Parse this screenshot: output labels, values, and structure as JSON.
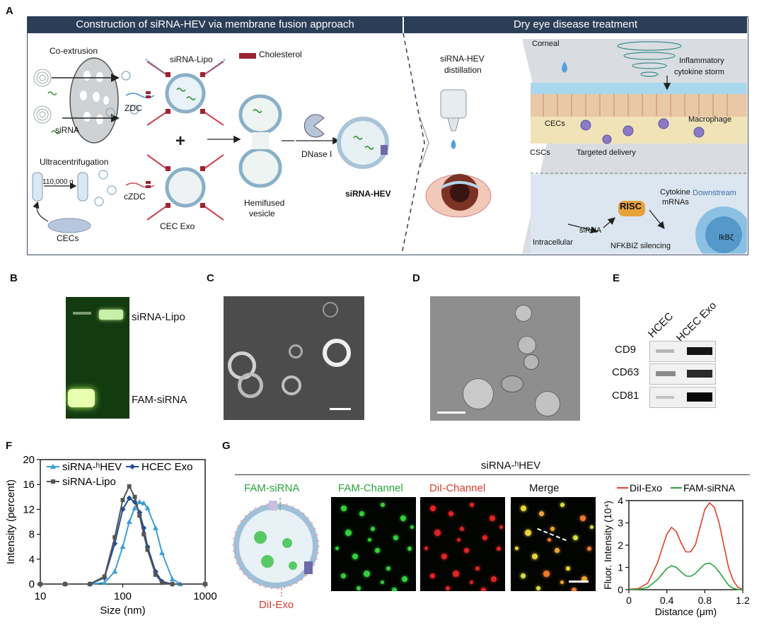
{
  "panels": {
    "A": "A",
    "B": "B",
    "C": "C",
    "D": "D",
    "E": "E",
    "F": "F",
    "G": "G"
  },
  "panelA": {
    "left_header": "Construction of siRNA-HEV via membrane fusion approach",
    "right_header": "Dry eye disease treatment",
    "labels": {
      "co_extrusion": "Co-extrusion",
      "sirna": "siRNA",
      "zdc": "ZDC",
      "sirna_lipo": "siRNA-Lipo",
      "cholesterol": "Cholesterol",
      "plus": "+",
      "ultracentrifugation": "Ultracentrifugation",
      "g_force": "110,000 g",
      "czdc": "cZDC",
      "cec_exo": "CEC Exo",
      "cecs_bottom": "CECs",
      "hemifused": "Hemifused",
      "vesicle": "vesicle",
      "dnase": "DNase I",
      "sirna_hev": "siRNA-HEV",
      "distill_1": "siRNA-HEV",
      "distill_2": "distillation",
      "corneal": "Corneal",
      "inflam_1": "Inflammatory",
      "inflam_2": "cytokine storm",
      "cecs": "CECs",
      "macrophage": "Macrophage",
      "cscs": "CSCs",
      "targeted": "Targeted delivery",
      "cytokine": "Cytokine",
      "mrnas": "mRNAs",
      "downstream": "Downstream",
      "risc": "RISC",
      "sirna_cell": "siRNA",
      "intracellular": "Intracellular",
      "nfkbiz": "NFKBIZ silencing",
      "ikb": "IkBζ"
    }
  },
  "panelB": {
    "band_top": "siRNA-Lipo",
    "band_bottom": "FAM-siRNA"
  },
  "panelE": {
    "columns": [
      "HCEC",
      "HCEC Exo"
    ],
    "rows": [
      "CD9",
      "CD63",
      "CD81"
    ]
  },
  "panelG": {
    "group_title": "siRNA-ʰHEV",
    "fam_sirna": "FAM-siRNA",
    "dil_exo": "DiI-Exo",
    "images": [
      "FAM-Channel",
      "DiI-Channel",
      "Merge"
    ]
  },
  "chart_data": [
    {
      "type": "line",
      "panel": "F",
      "xlabel": "Size (nm)",
      "ylabel": "Intensity (percent)",
      "xscale": "log",
      "xlim": [
        10,
        1000
      ],
      "ylim": [
        0,
        20
      ],
      "xticks": [
        "10",
        "100",
        "1000"
      ],
      "yticks": [
        "0",
        "4",
        "8",
        "12",
        "16",
        "20"
      ],
      "legend_position": "top-left",
      "series": [
        {
          "name": "siRNA-ʰHEV",
          "color": "#3a9fd8",
          "marker": "triangle",
          "x": [
            10,
            20,
            40,
            60,
            80,
            100,
            120,
            140,
            160,
            180,
            200,
            250,
            300,
            400,
            500,
            1000
          ],
          "y": [
            0,
            0,
            0,
            0.2,
            2.0,
            6.0,
            10.0,
            12.2,
            13.2,
            13.0,
            12.2,
            9.0,
            5.0,
            0.8,
            0,
            0
          ]
        },
        {
          "name": "HCEC Exo",
          "color": "#1f4e99",
          "marker": "diamond",
          "x": [
            10,
            20,
            40,
            60,
            80,
            100,
            120,
            140,
            160,
            180,
            200,
            250,
            300,
            400,
            1000
          ],
          "y": [
            0,
            0,
            0,
            1.0,
            6.5,
            12.0,
            13.8,
            13.2,
            11.5,
            9.0,
            6.0,
            2.0,
            0.4,
            0,
            0
          ]
        },
        {
          "name": "siRNA-Lipo",
          "color": "#555555",
          "marker": "square",
          "x": [
            10,
            20,
            40,
            60,
            80,
            100,
            120,
            140,
            160,
            180,
            200,
            250,
            300,
            400,
            1000
          ],
          "y": [
            0,
            0,
            0,
            1.2,
            7.5,
            13.5,
            15.7,
            14.0,
            11.0,
            8.0,
            5.5,
            1.5,
            0.2,
            0,
            0
          ]
        }
      ]
    },
    {
      "type": "line",
      "panel": "G",
      "xlabel": "Distance (μm)",
      "ylabel": "Fluor. Intensity (10⁴)",
      "xlim": [
        0,
        1.2
      ],
      "ylim": [
        0,
        4
      ],
      "xticks": [
        "0",
        "0.4",
        "0.8",
        "1.2"
      ],
      "yticks": [
        "0",
        "1",
        "2",
        "3",
        "4"
      ],
      "legend_position": "top",
      "series": [
        {
          "name": "DiI-Exo",
          "color": "#e0402a",
          "x": [
            0,
            0.1,
            0.2,
            0.3,
            0.4,
            0.45,
            0.5,
            0.55,
            0.6,
            0.65,
            0.7,
            0.75,
            0.8,
            0.85,
            0.9,
            0.95,
            1.0,
            1.05,
            1.1,
            1.15,
            1.2
          ],
          "y": [
            0.02,
            0.05,
            0.3,
            1.2,
            2.5,
            2.8,
            2.6,
            2.1,
            1.7,
            1.7,
            2.0,
            2.8,
            3.6,
            3.9,
            3.7,
            3.0,
            2.0,
            1.0,
            0.4,
            0.1,
            0.02
          ]
        },
        {
          "name": "FAM-siRNA",
          "color": "#2aa33c",
          "x": [
            0,
            0.1,
            0.2,
            0.3,
            0.4,
            0.45,
            0.5,
            0.55,
            0.6,
            0.65,
            0.7,
            0.75,
            0.8,
            0.85,
            0.9,
            0.95,
            1.0,
            1.05,
            1.1,
            1.15,
            1.2
          ],
          "y": [
            0,
            0.02,
            0.1,
            0.45,
            0.95,
            1.08,
            1.0,
            0.8,
            0.62,
            0.6,
            0.72,
            0.95,
            1.15,
            1.2,
            1.05,
            0.8,
            0.5,
            0.2,
            0.06,
            0.01,
            0
          ]
        }
      ]
    }
  ]
}
